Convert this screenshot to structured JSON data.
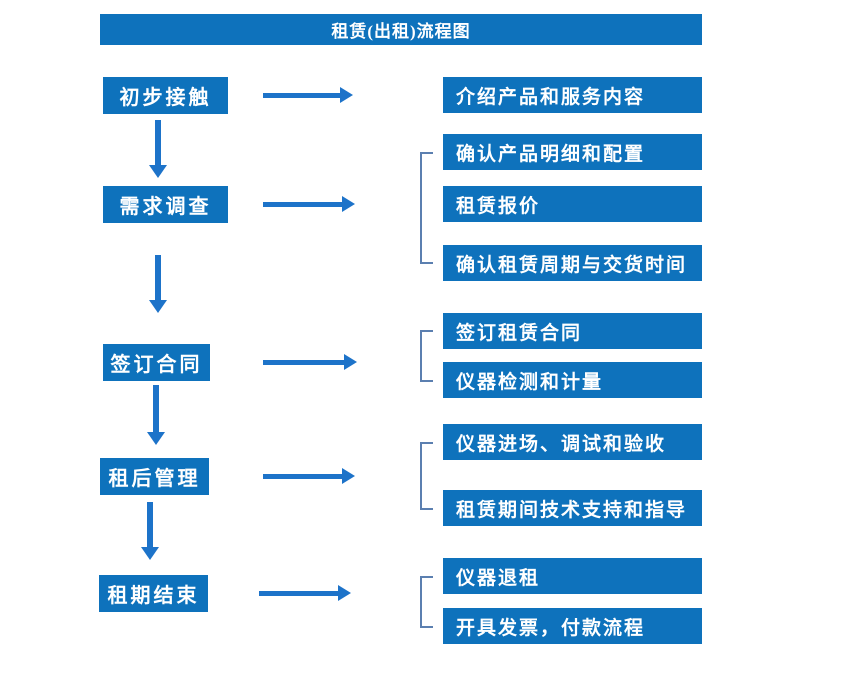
{
  "title": "租赁(出租)流程图",
  "colors": {
    "box_blue": "#0e72bc",
    "arrow_blue": "#1d73c9",
    "bracket_blue": "#5b7fb0",
    "text_white": "#ffffff"
  },
  "stages": [
    {
      "label": "初步接触",
      "outputs": [
        "介绍产品和服务内容"
      ]
    },
    {
      "label": "需求调查",
      "outputs": [
        "确认产品明细和配置",
        "租赁报价",
        "确认租赁周期与交货时间"
      ]
    },
    {
      "label": "签订合同",
      "outputs": [
        "签订租赁合同",
        "仪器检测和计量"
      ]
    },
    {
      "label": "租后管理",
      "outputs": [
        "仪器进场、调试和验收",
        "租赁期间技术支持和指导"
      ]
    },
    {
      "label": "租期结束",
      "outputs": [
        "仪器退租",
        "开具发票，付款流程"
      ]
    }
  ]
}
